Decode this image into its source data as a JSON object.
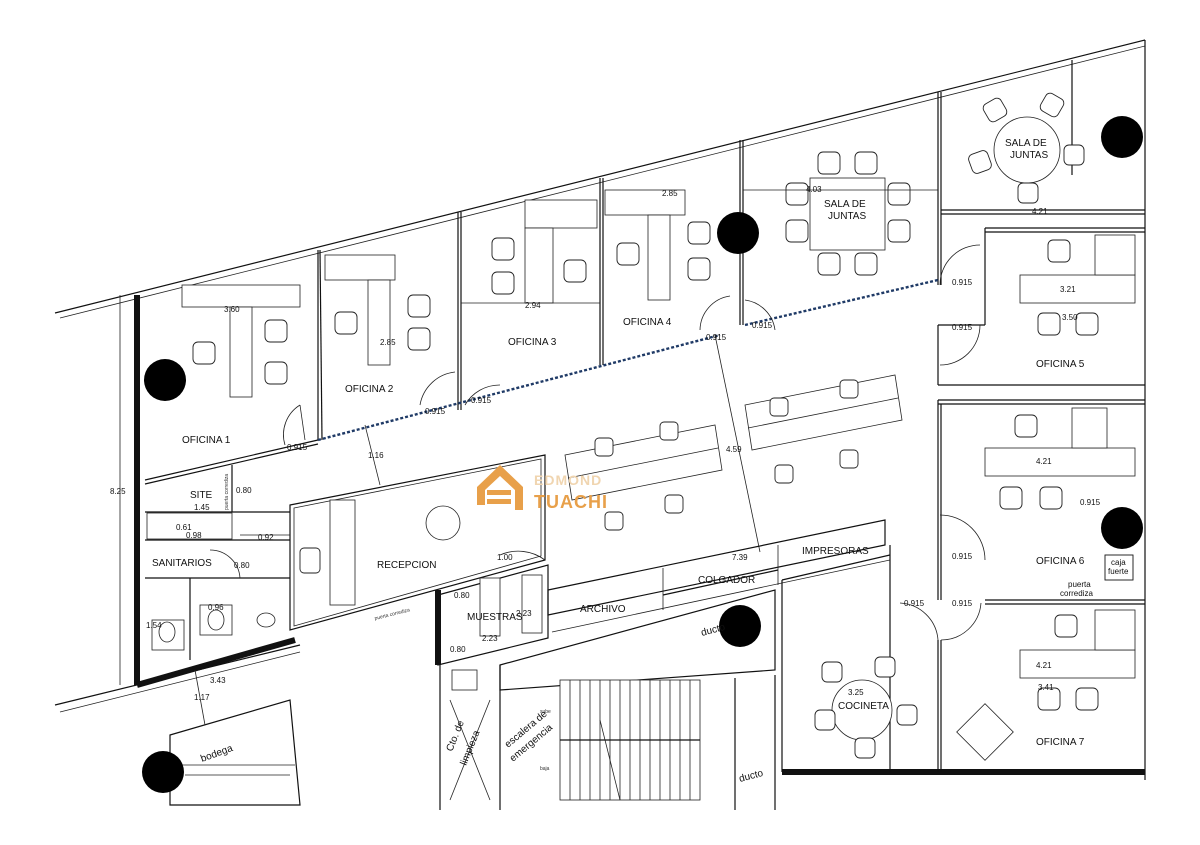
{
  "rooms": {
    "oficina1": "OFICINA  1",
    "oficina2": "OFICINA  2",
    "oficina3": "OFICINA  3",
    "oficina4": "OFICINA  4",
    "oficina5": "OFICINA  5",
    "oficina6": "OFICINA  6",
    "oficina7": "OFICINA  7",
    "sala_juntas_1_l1": "SALA  DE",
    "sala_juntas_1_l2": "JUNTAS",
    "sala_juntas_2_l1": "SALA  DE",
    "sala_juntas_2_l2": "JUNTAS",
    "site": "SITE",
    "sanitarios": "SANITARIOS",
    "recepcion": "RECEPCION",
    "muestras": "MUESTRAS",
    "archivo": "ARCHIVO",
    "colgador": "COLGADOR",
    "impresoras": "IMPRESORAS",
    "cocineta": "COCINETA",
    "bodega": "bodega",
    "cto_limpieza_l1": "Cto. de",
    "cto_limpieza_l2": "limpieza",
    "escalera_l1": "escalera de",
    "escalera_l2": "emergencia",
    "ducto_1": "ducto",
    "ducto_2": "ducto",
    "caja_fuerte_l1": "caja",
    "caja_fuerte_l2": "fuerte",
    "puerta_corrediza_l1": "puerta",
    "puerta_corrediza_l2": "corrediza",
    "puerta_corrediza_small_1": "puerta corrediza",
    "puerta_corrediza_small_2": "puerta corrediza"
  },
  "dimensions": {
    "d_360": "3.60",
    "d_285a": "2.85",
    "d_294": "2.94",
    "d_285b": "2.85",
    "d_403": "4.03",
    "d_421a": "4.21",
    "d_321": "3.21",
    "d_350": "3.50",
    "d_421b": "4.21",
    "d_421c": "4.21",
    "d_341": "3.41",
    "d_325": "3.25",
    "d_343": "3.43",
    "d_117": "1.17",
    "d_825": "8.25",
    "d_116": "1.16",
    "d_459": "4.59",
    "d_739": "7.39",
    "d_145": "1.45",
    "d_061": "0.61",
    "d_098": "0.98",
    "d_092": "0.92",
    "d_080a": "0.80",
    "d_080b": "0.80",
    "d_080c": "0.80",
    "d_100": "1.00",
    "d_223a": "2.23",
    "d_223b": "2.23",
    "d_080d": "0.80",
    "d_154": "1.54",
    "d_096": "0.96",
    "d_0915_1": "0.915",
    "d_0915_2": "0.915",
    "d_0915_3": "0.915",
    "d_0915_4": "0.915",
    "d_0915_5": "0.915",
    "d_0915_6": "0.915",
    "d_0915_7": "0.915",
    "d_0915_8": "0.915",
    "d_0915_9": "0.915",
    "d_0915_10": "0.915",
    "d_0915_11": "0.915",
    "stair_sube": "sube",
    "stair_baja": "baja"
  },
  "logo": {
    "line1": "EDMOND",
    "line2": "TUACHI",
    "color_primary": "#e8a04a"
  },
  "colors": {
    "glass_partition": "#1f3a66",
    "marker": "#000000"
  }
}
